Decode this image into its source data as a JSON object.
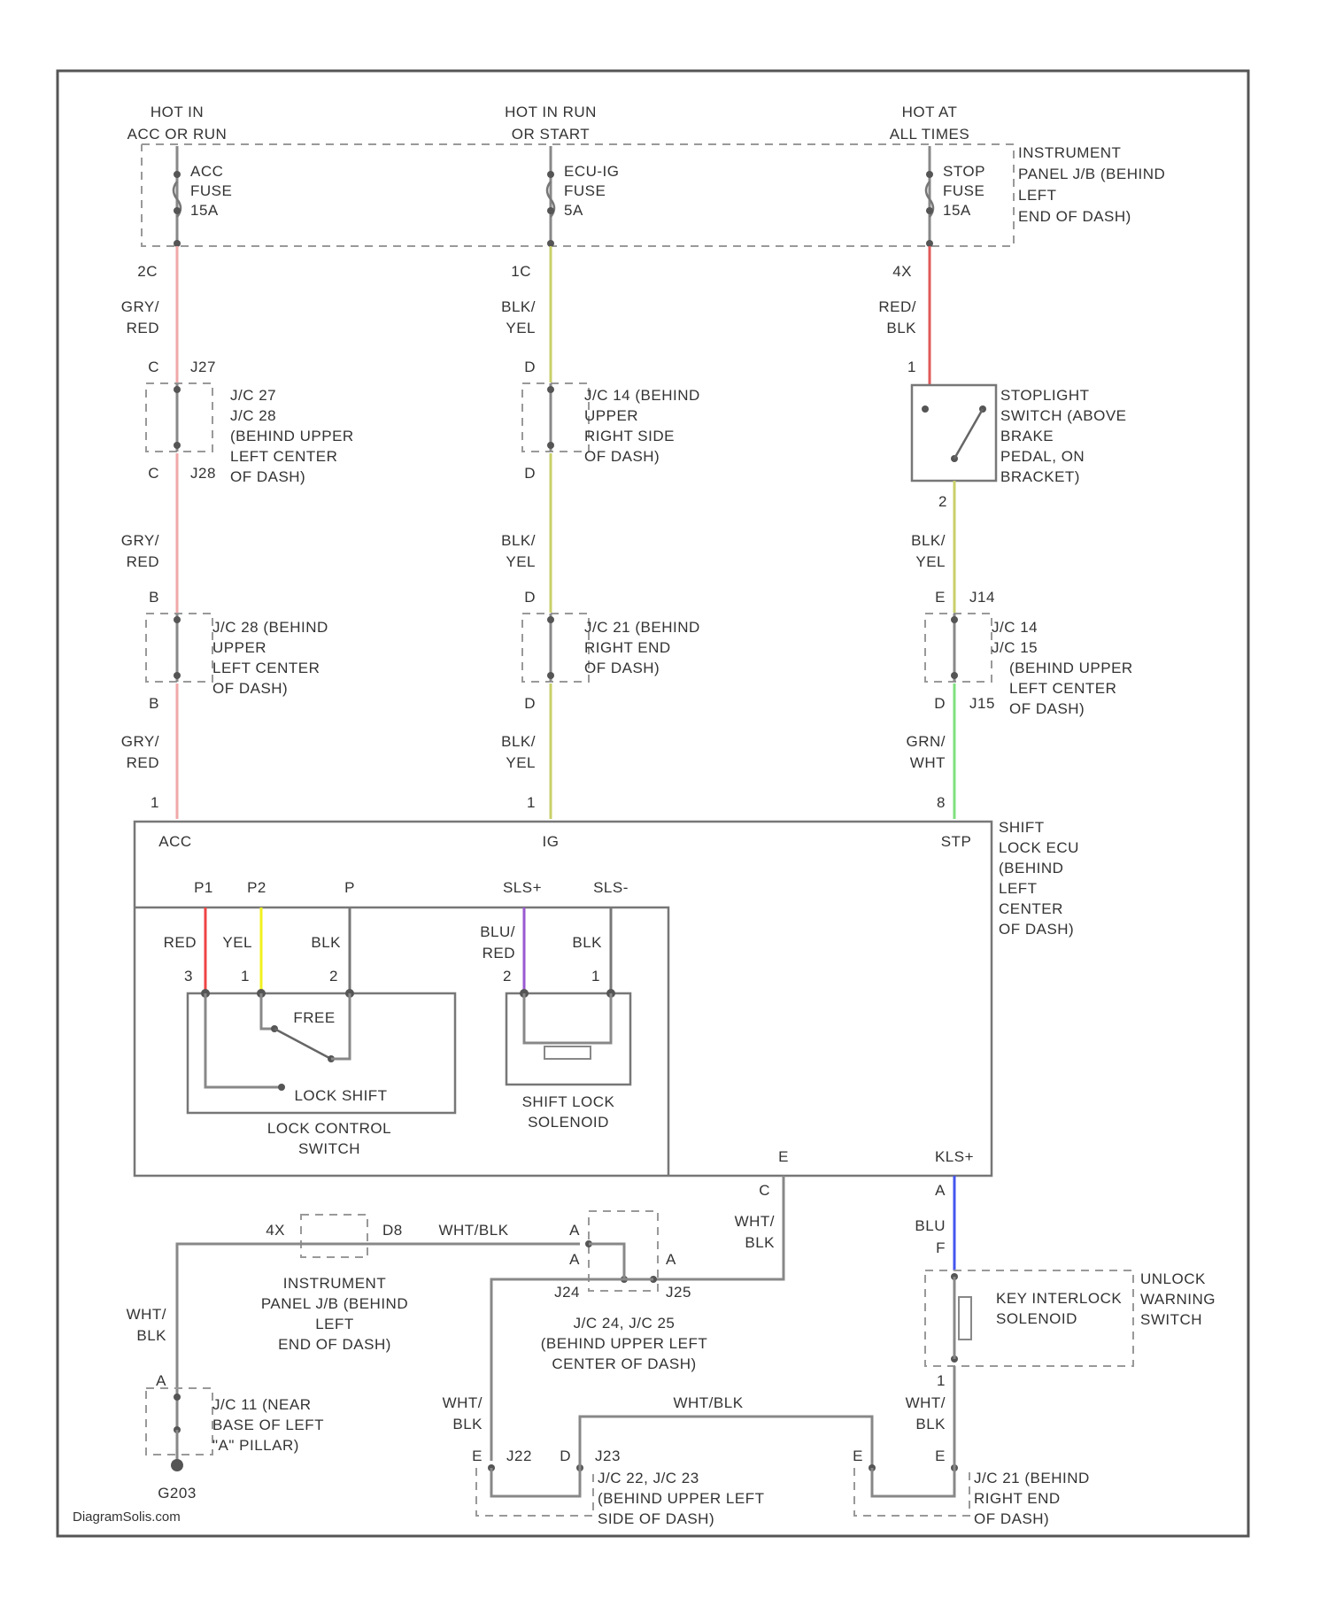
{
  "power": {
    "acc_top": "HOT IN",
    "acc_bot": "ACC OR RUN",
    "run_top": "HOT IN RUN",
    "run_bot": "OR START",
    "all_top": "HOT AT",
    "all_bot": "ALL TIMES"
  },
  "fuses": {
    "acc": [
      "ACC",
      "FUSE",
      "15A"
    ],
    "ecu": [
      "ECU-IG",
      "FUSE",
      "5A"
    ],
    "stop": [
      "STOP",
      "FUSE",
      "15A"
    ]
  },
  "ip_jb_top": [
    "INSTRUMENT",
    "PANEL J/B (BEHIND",
    "LEFT",
    "END OF DASH)"
  ],
  "pins": {
    "acc_fuse_out": "2C",
    "ecu_fuse_out": "1C",
    "stop_fuse_out": "4X",
    "jc27_in_pin": "C",
    "jc27_in": "J27",
    "jc27_out_pin": "C",
    "jc27_out": "J28",
    "jc14_in": "D",
    "jc14_out": "D",
    "stop_sw_in": "1",
    "stop_sw_out": "2",
    "jc28_in": "B",
    "jc28_out": "B",
    "jc21_in": "D",
    "jc21_out": "D",
    "jc14b_in_pin": "E",
    "jc14b_in": "J14",
    "jc14b_out_pin": "D",
    "jc14b_out": "J15",
    "ecu_acc_pin": "1",
    "ecu_ig_pin": "1",
    "ecu_stp_pin": "8",
    "p1_pin": "3",
    "p2_pin": "1",
    "p_pin": "2",
    "sls_pos_pin": "2",
    "sls_neg_pin": "1",
    "e_pin": "E",
    "e_pin2": "C",
    "kls_pin": "A",
    "kls_pin2": "F",
    "ipjb_left": "4X",
    "ipjb_right": "D8",
    "jc24_a1": "A",
    "jc24_a2": "A",
    "jc24_b": "J24",
    "jc24_c": "A",
    "jc24_d": "J25",
    "kis_out": "1",
    "jc11_pin": "A",
    "jc22_a_pin": "E",
    "jc22_a": "J22",
    "jc22_b_pin": "D",
    "jc22_b": "J23",
    "jc21b_a_pin": "E",
    "jc21b_b_pin": "E"
  },
  "wire_colors": {
    "acc1": [
      "GRY/",
      "RED"
    ],
    "acc2": [
      "GRY/",
      "RED"
    ],
    "acc3": [
      "GRY/",
      "RED"
    ],
    "ig1": [
      "BLK/",
      "YEL"
    ],
    "ig2": [
      "BLK/",
      "YEL"
    ],
    "ig3": [
      "BLK/",
      "YEL"
    ],
    "stp1": [
      "RED/",
      "BLK"
    ],
    "stp2": [
      "BLK/",
      "YEL"
    ],
    "stp3": [
      "GRN/",
      "WHT"
    ],
    "p1": "RED",
    "p2": "YEL",
    "p": "BLK",
    "sls_pos": [
      "BLU/",
      "RED"
    ],
    "sls_neg": "BLK",
    "e_wire": [
      "WHT/",
      "BLK"
    ],
    "kls_wire": "BLU",
    "gnd_top": "WHT/BLK",
    "gnd_left": [
      "WHT/",
      "BLK"
    ],
    "gnd_mid": [
      "WHT/",
      "BLK"
    ],
    "gnd_bottom": "WHT/BLK",
    "gnd_right": [
      "WHT/",
      "BLK"
    ]
  },
  "colors": {
    "gry_red": "#f0a8a8",
    "blk_yel": "#c9cf6a",
    "red_blk": "#e05a5a",
    "grn_wht": "#7ee07e",
    "red": "#ee4444",
    "yel": "#f0f020",
    "blu_red": "#9a5ad0",
    "blu": "#4455ee"
  },
  "connectors": {
    "jc27": [
      "J/C 27",
      "J/C 28",
      "(BEHIND UPPER",
      "LEFT CENTER",
      "OF DASH)"
    ],
    "jc14": [
      "J/C 14 (BEHIND",
      "UPPER",
      "RIGHT SIDE",
      "OF DASH)"
    ],
    "stoplight": [
      "STOPLIGHT",
      "SWITCH (ABOVE",
      "BRAKE",
      "PEDAL, ON",
      "BRACKET)"
    ],
    "jc28": [
      "J/C 28 (BEHIND",
      "UPPER",
      "LEFT CENTER",
      "OF DASH)"
    ],
    "jc21": [
      "J/C 21 (BEHIND",
      "RIGHT END",
      "OF DASH)"
    ],
    "jc14b": [
      "J/C 14",
      "J/C 15",
      "(BEHIND UPPER",
      "LEFT CENTER",
      "OF DASH)"
    ],
    "ecu": [
      "SHIFT",
      "LOCK ECU",
      "(BEHIND",
      "LEFT",
      "CENTER",
      "OF DASH)"
    ],
    "ipjb": [
      "INSTRUMENT",
      "PANEL J/B (BEHIND",
      "LEFT",
      "END OF DASH)"
    ],
    "jc24": [
      "J/C 24, J/C 25",
      "(BEHIND UPPER LEFT",
      "CENTER OF DASH)"
    ],
    "kis": [
      "KEY INTERLOCK",
      "SOLENOID"
    ],
    "unlock": [
      "UNLOCK",
      "WARNING",
      "SWITCH"
    ],
    "jc11": [
      "J/C 11 (NEAR",
      "BASE OF LEFT",
      "\"A\" PILLAR)"
    ],
    "jc22": [
      "J/C 22, J/C 23",
      "(BEHIND UPPER LEFT",
      "SIDE OF DASH)"
    ],
    "jc21b": [
      "J/C 21 (BEHIND",
      "RIGHT END",
      "OF DASH)"
    ]
  },
  "ecu_terminals": {
    "acc": "ACC",
    "ig": "IG",
    "stp": "STP",
    "p1": "P1",
    "p2": "P2",
    "p": "P",
    "sls_pos": "SLS+",
    "sls_neg": "SLS-",
    "e": "E",
    "kls": "KLS+"
  },
  "switch": {
    "free": "FREE",
    "lock_shift": "LOCK SHIFT",
    "name": [
      "LOCK CONTROL",
      "SWITCH"
    ]
  },
  "solenoid": [
    "SHIFT LOCK",
    "SOLENOID"
  ],
  "ground": "G203",
  "watermark": "DiagramSolis.com"
}
